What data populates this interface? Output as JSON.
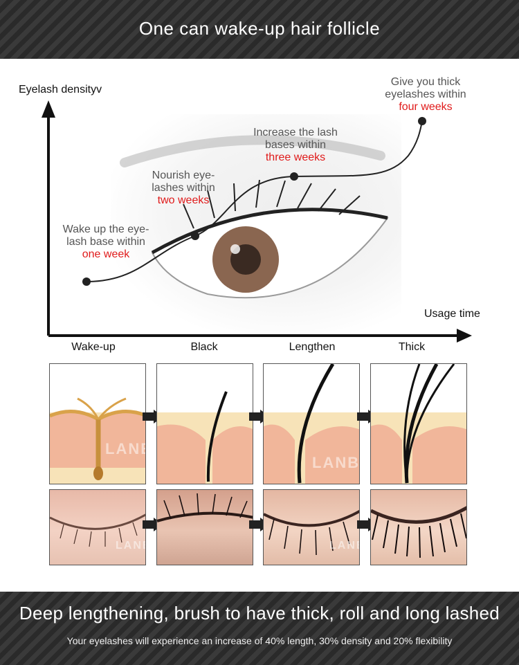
{
  "header": {
    "title": "One can wake-up hair follicle"
  },
  "chart": {
    "y_axis_label": "Eyelash densityv",
    "x_axis_label": "Usage time",
    "steps": [
      "Wake-up",
      "Black",
      "Lengthen",
      "Thick"
    ],
    "notes": [
      {
        "lines": [
          "Wake up the eye-",
          "lash base within"
        ],
        "highlight": "one week"
      },
      {
        "lines": [
          "Nourish eye-",
          "lashes within"
        ],
        "highlight": "two weeks"
      },
      {
        "lines": [
          "Increase the lash",
          "bases within"
        ],
        "highlight": "three weeks"
      },
      {
        "lines": [
          "Give you thick",
          "eyelashes within"
        ],
        "highlight": "four weeks"
      }
    ]
  },
  "watermark": "LANBENA",
  "footer": {
    "headline": "Deep lengthening, brush to have thick, roll and long lashed",
    "subtext": "Your eyelashes will experience an increase of 40% length, 30% density and 20% flexibility"
  },
  "colors": {
    "highlight": "#e01a1a",
    "band": "#333333",
    "skin": "#f4c9a8",
    "follicle": "#d9a24a"
  }
}
